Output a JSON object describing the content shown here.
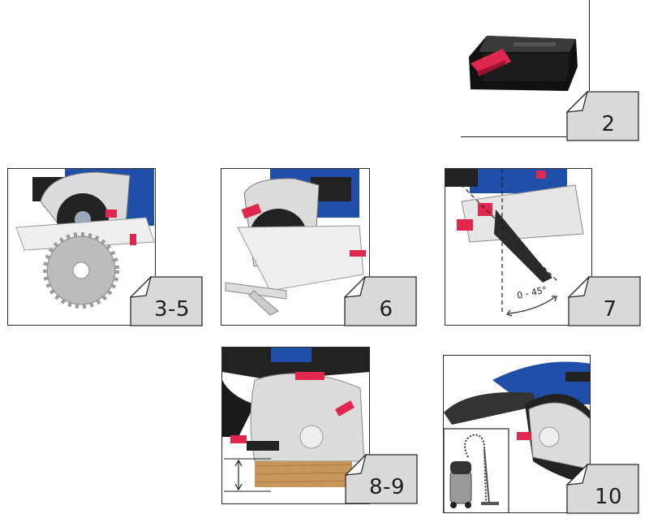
{
  "steps": [
    {
      "label": "2"
    },
    {
      "label": "3-5"
    },
    {
      "label": "6"
    },
    {
      "label": "7"
    },
    {
      "label": "8-9"
    },
    {
      "label": "10"
    }
  ],
  "annotations": {
    "bevel_angle": "0 - 45°"
  },
  "colors": {
    "saw_blue": "#1f4fa8",
    "accent_red": "#e0284f",
    "guard_grey": "#dcdcdc",
    "tab_grey": "#d9d9d9",
    "wood": "#c9965a"
  }
}
